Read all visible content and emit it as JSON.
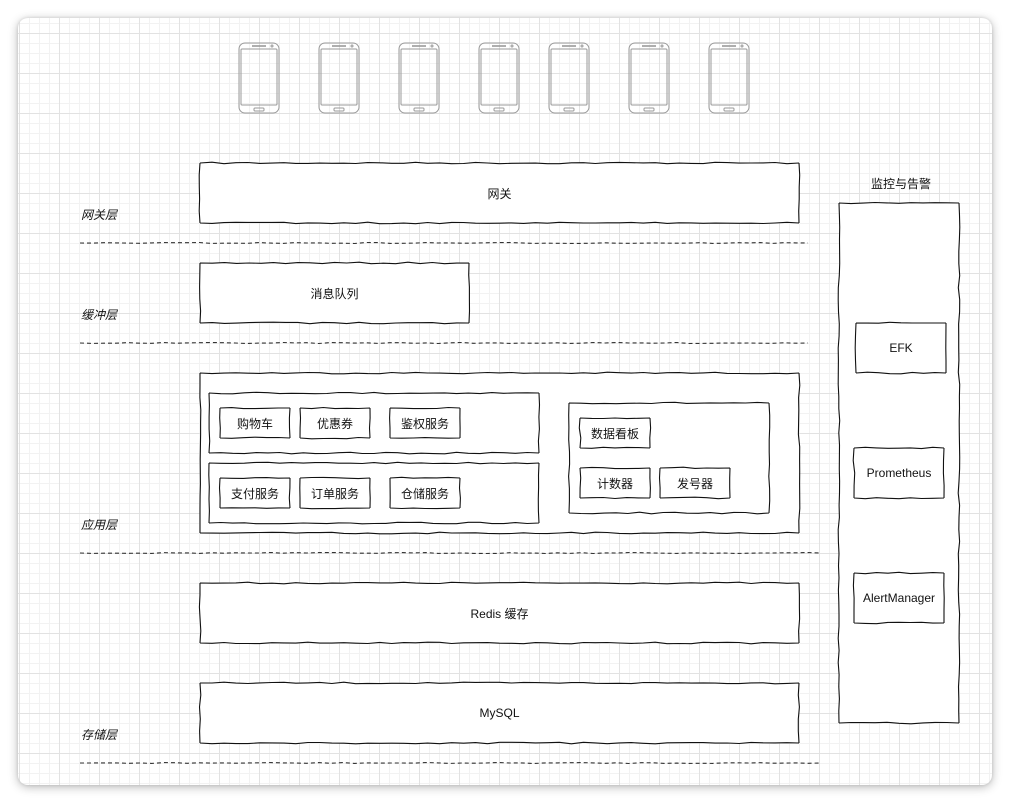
{
  "diagram": {
    "title": "",
    "clients": {
      "icon": "smartphone-icon",
      "count": 7
    },
    "layers": [
      {
        "id": "gateway",
        "label": "网关层"
      },
      {
        "id": "buffer",
        "label": "缓冲层"
      },
      {
        "id": "application",
        "label": "应用层"
      },
      {
        "id": "storage",
        "label": "存储层"
      }
    ],
    "gateway": {
      "label": "网关"
    },
    "message_queue": {
      "label": "消息队列"
    },
    "application": {
      "group_business_row1": [
        "购物车",
        "优惠券",
        "鉴权服务"
      ],
      "group_business_row2": [
        "支付服务",
        "订单服务",
        "仓储服务"
      ],
      "group_tools": {
        "top": "数据看板",
        "bottom": [
          "计数器",
          "发号器"
        ]
      }
    },
    "cache": {
      "label": "Redis 缓存"
    },
    "database": {
      "label": "MySQL"
    },
    "monitoring": {
      "title": "监控与告警",
      "items": [
        "EFK",
        "Prometheus",
        "AlertManager"
      ]
    },
    "colors": {
      "stroke": "#111111",
      "fill": "#ffffff",
      "phone_stroke": "#9a9a9a",
      "grid_major": "#e2e2e2",
      "grid_minor": "#f2f2f2"
    }
  }
}
